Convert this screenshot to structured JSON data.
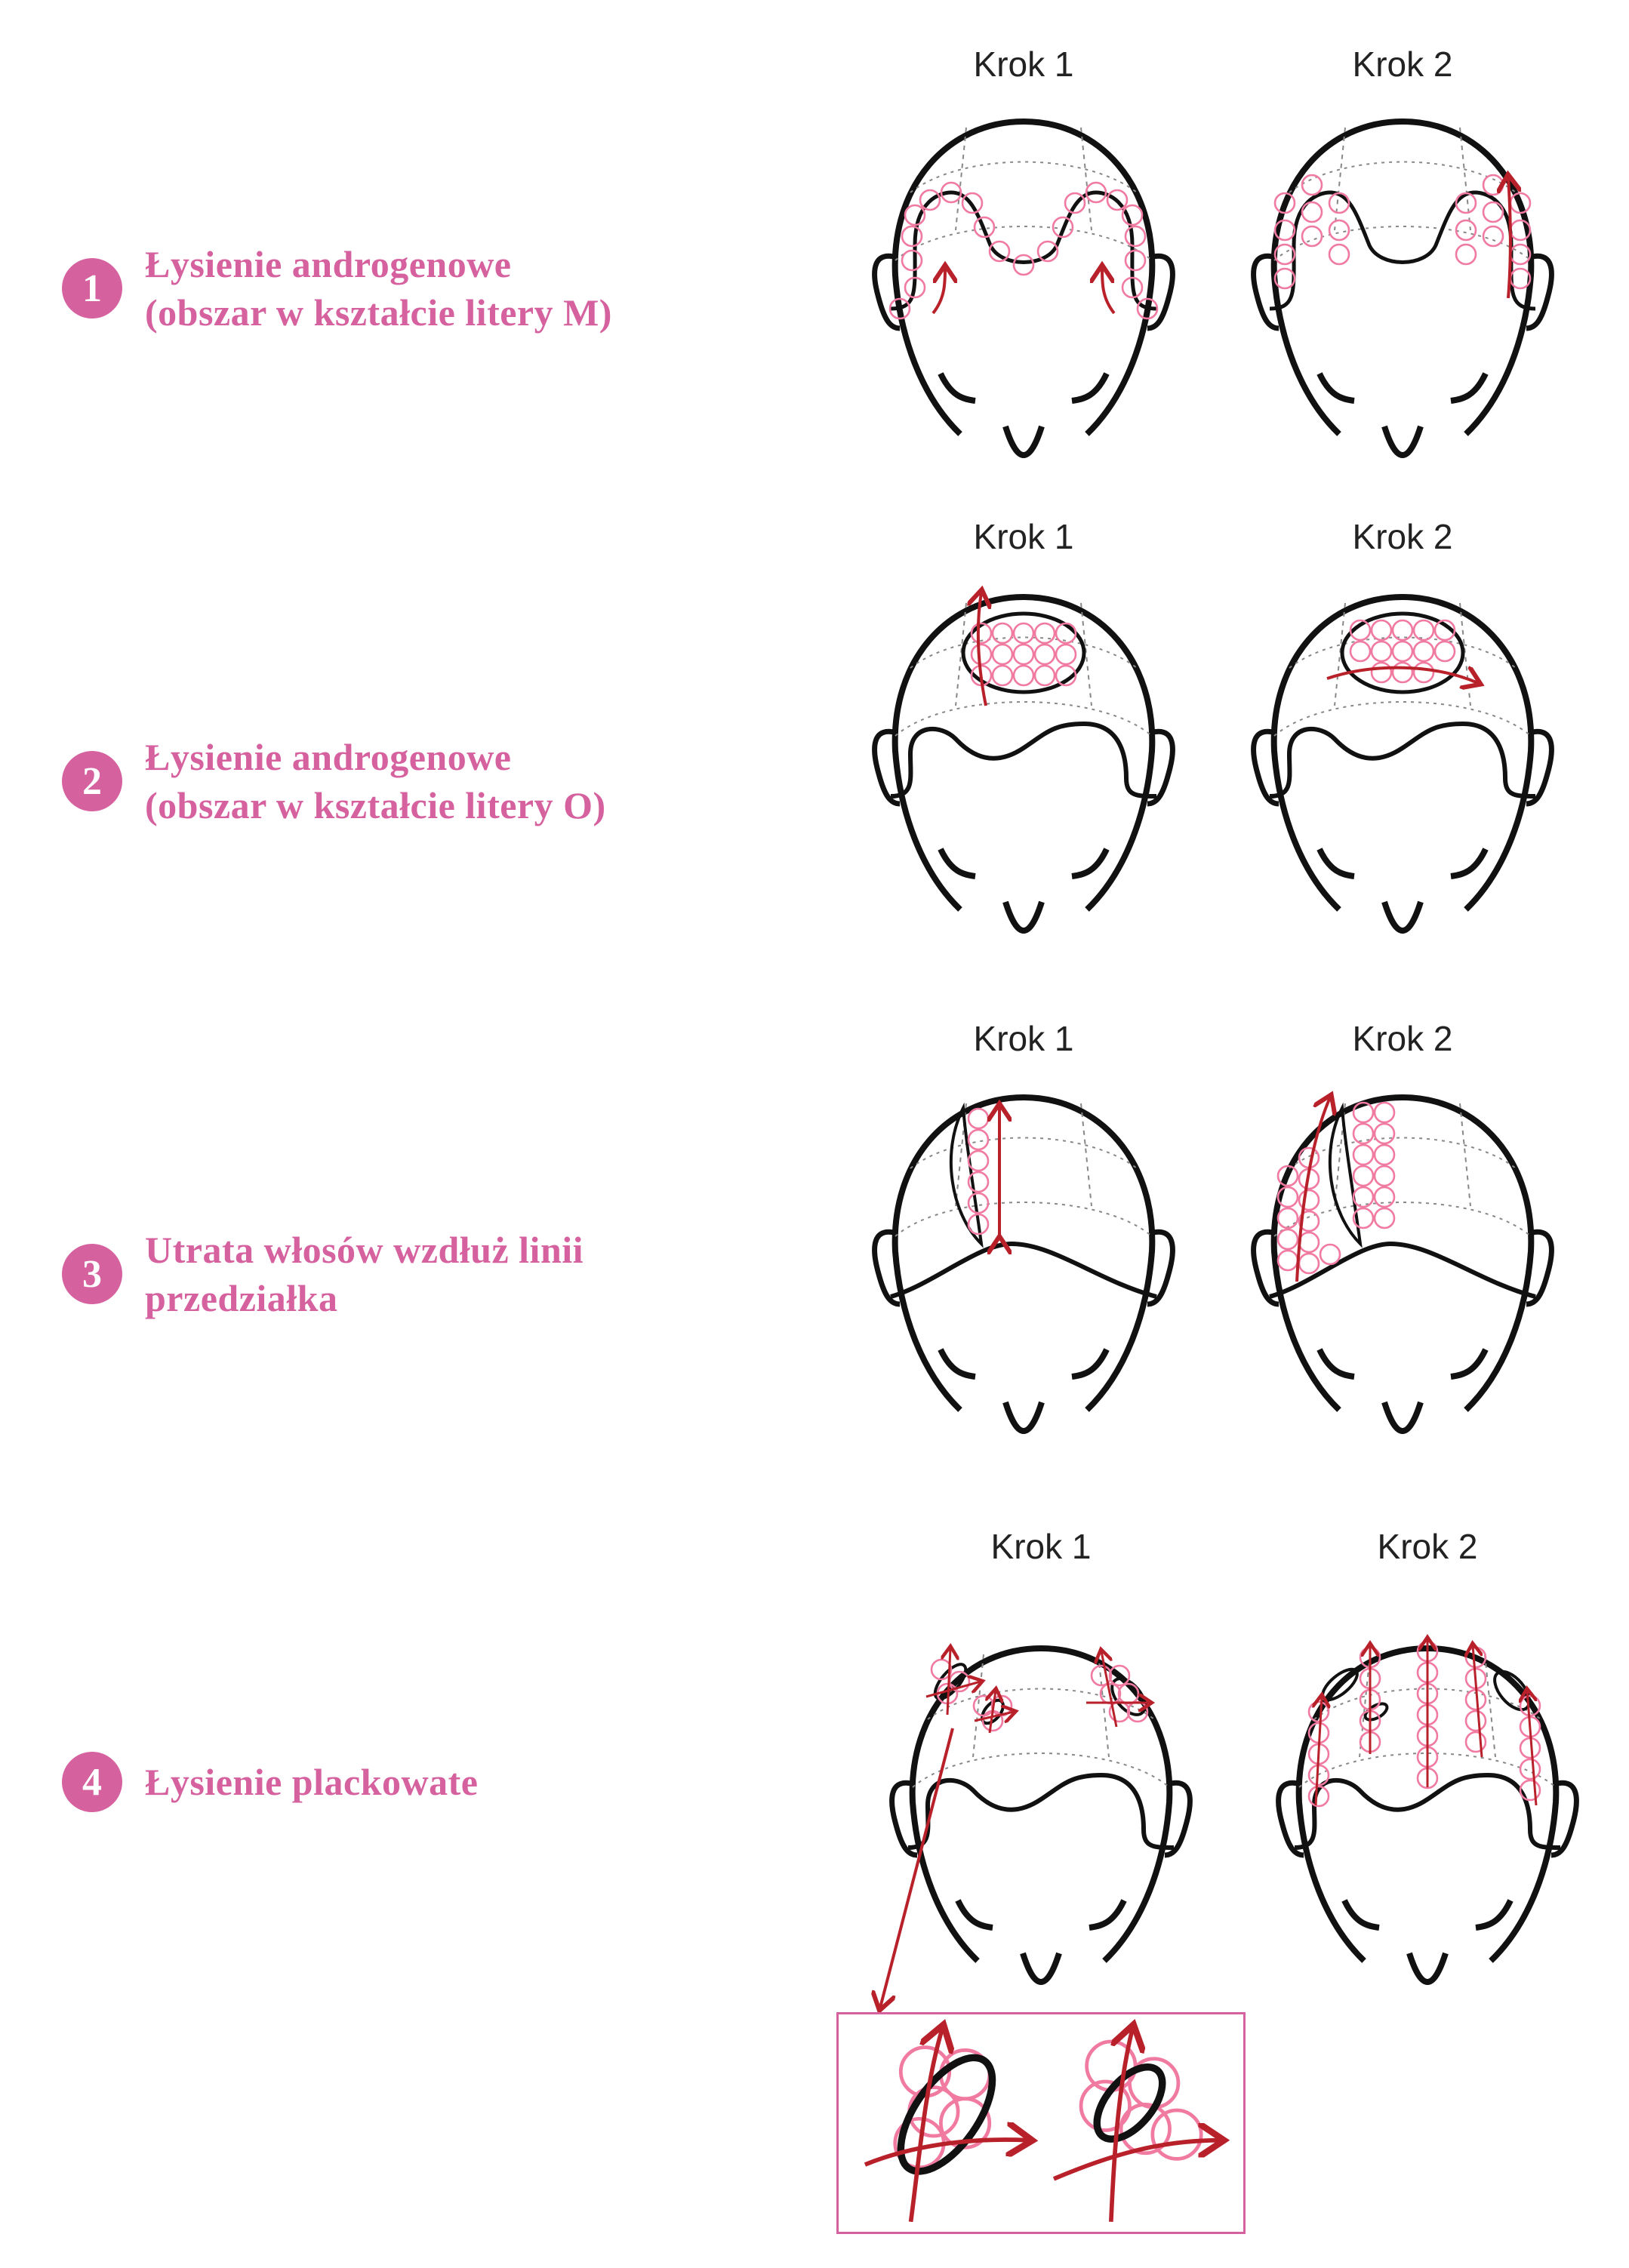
{
  "sections": [
    {
      "number": "1",
      "title_line1": "Łysienie androgenowe",
      "title_line2": "(obszar w kształcie litery M)",
      "steps": [
        "Krok 1",
        "Krok 2"
      ]
    },
    {
      "number": "2",
      "title_line1": "Łysienie androgenowe",
      "title_line2": "(obszar w kształcie litery O)",
      "steps": [
        "Krok 1",
        "Krok 2"
      ]
    },
    {
      "number": "3",
      "title_line1": "Utrata włosów wzdłuż linii",
      "title_line2": "przedziałka",
      "steps": [
        "Krok 1",
        "Krok 2"
      ]
    },
    {
      "number": "4",
      "title_line1": "Łysienie plackowate",
      "title_line2": "",
      "steps": [
        "Krok 1",
        "Krok 2"
      ]
    }
  ],
  "colors": {
    "accent": "#d6619f",
    "circle": "#f07aa0",
    "arrow": "#b8202a",
    "outline": "#111111"
  }
}
